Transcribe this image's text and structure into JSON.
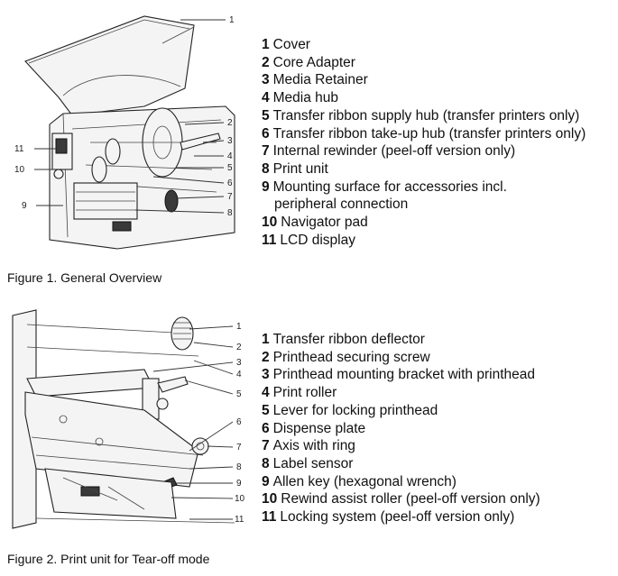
{
  "figure1": {
    "caption": "Figure 1. General Overview",
    "callout_numbers": [
      "1",
      "2",
      "3",
      "4",
      "5",
      "6",
      "7",
      "8",
      "9",
      "10",
      "11"
    ],
    "legend": [
      {
        "num": "1",
        "text": "Cover"
      },
      {
        "num": "2",
        "text": "Core Adapter"
      },
      {
        "num": "3",
        "text": "Media Retainer"
      },
      {
        "num": "4",
        "text": "Media hub"
      },
      {
        "num": "5",
        "text": "Transfer ribbon supply hub (transfer printers only)"
      },
      {
        "num": "6",
        "text": "Transfer ribbon take-up hub (transfer printers only)"
      },
      {
        "num": "7",
        "text": "Internal rewinder (peel-off version only)"
      },
      {
        "num": "8",
        "text": "Print unit"
      },
      {
        "num": "9",
        "text": "Mounting surface for accessories incl.",
        "continuation": "peripheral connection"
      },
      {
        "num": "10",
        "text": "Navigator pad"
      },
      {
        "num": "11",
        "text": "LCD display"
      }
    ]
  },
  "figure2": {
    "caption": "Figure 2. Print unit for Tear-off mode",
    "callout_numbers": [
      "1",
      "2",
      "3",
      "4",
      "5",
      "6",
      "7",
      "8",
      "9",
      "10",
      "11"
    ],
    "legend": [
      {
        "num": "1",
        "text": "Transfer ribbon deflector"
      },
      {
        "num": "2",
        "text": "Printhead securing screw"
      },
      {
        "num": "3",
        "text": "Printhead mounting bracket with printhead"
      },
      {
        "num": "4",
        "text": "Print roller"
      },
      {
        "num": "5",
        "text": "Lever for locking printhead"
      },
      {
        "num": "6",
        "text": "Dispense plate"
      },
      {
        "num": "7",
        "text": "Axis with ring"
      },
      {
        "num": "8",
        "text": "Label sensor"
      },
      {
        "num": "9",
        "text": "Allen key (hexagonal wrench)"
      },
      {
        "num": "10",
        "text": "Rewind assist roller (peel-off version only)"
      },
      {
        "num": "11",
        "text": "Locking system (peel-off version only)"
      }
    ]
  }
}
